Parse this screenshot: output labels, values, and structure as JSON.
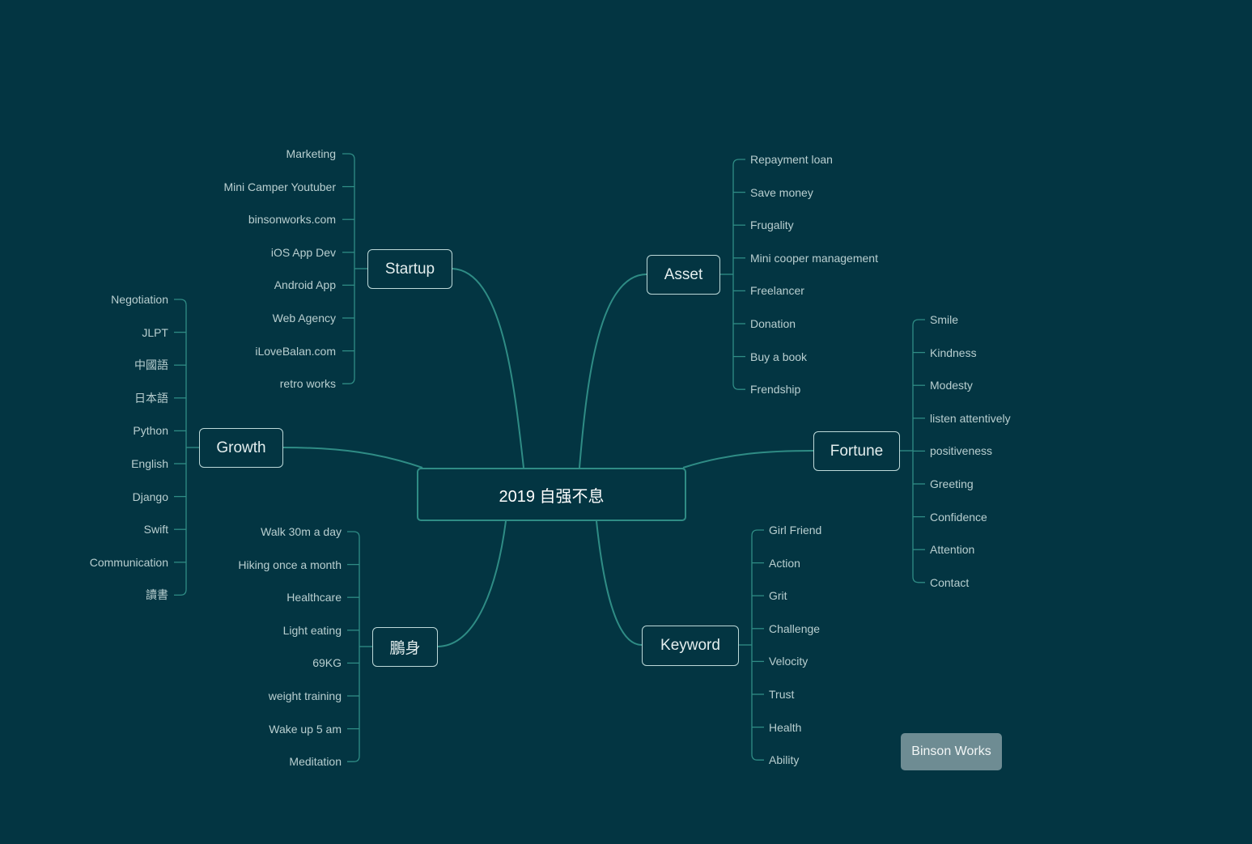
{
  "central": {
    "label": "2019 自强不息"
  },
  "topics": [
    {
      "key": "startup",
      "label": "Startup",
      "items": [
        "Marketing",
        "Mini Camper Youtuber",
        "binsonworks.com",
        "iOS App Dev",
        "Android App",
        "Web Agency",
        "iLoveBalan.com",
        "retro works"
      ]
    },
    {
      "key": "growth",
      "label": "Growth",
      "items": [
        "Negotiation",
        "JLPT",
        "中國語",
        "日本語",
        "Python",
        "English",
        "Django",
        "Swift",
        "Communication",
        "讀書"
      ]
    },
    {
      "key": "health",
      "label": "鵬身",
      "items": [
        "Walk 30m a day",
        "Hiking once a month",
        "Healthcare",
        "Light eating",
        "69KG",
        "weight training",
        "Wake up 5 am",
        "Meditation"
      ]
    },
    {
      "key": "asset",
      "label": "Asset",
      "items": [
        "Repayment loan",
        "Save money",
        "Frugality",
        "Mini cooper management",
        "Freelancer",
        "Donation",
        "Buy a book",
        "Frendship"
      ]
    },
    {
      "key": "fortune",
      "label": "Fortune",
      "items": [
        "Smile",
        "Kindness",
        "Modesty",
        "listen attentively",
        "positiveness",
        "Greeting",
        "Confidence",
        "Attention",
        "Contact"
      ]
    },
    {
      "key": "keyword",
      "label": "Keyword",
      "items": [
        "Girl Friend",
        "Action",
        "Grit",
        "Challenge",
        "Velocity",
        "Trust",
        "Health",
        "Ability"
      ]
    }
  ],
  "badge": {
    "label": "Binson Works"
  },
  "colors": {
    "background": "#033542",
    "line": "#2f8c85",
    "node_border": "#bdd9d9",
    "leaf_text": "#b9cfd0",
    "badge_bg": "#6e8c93"
  }
}
